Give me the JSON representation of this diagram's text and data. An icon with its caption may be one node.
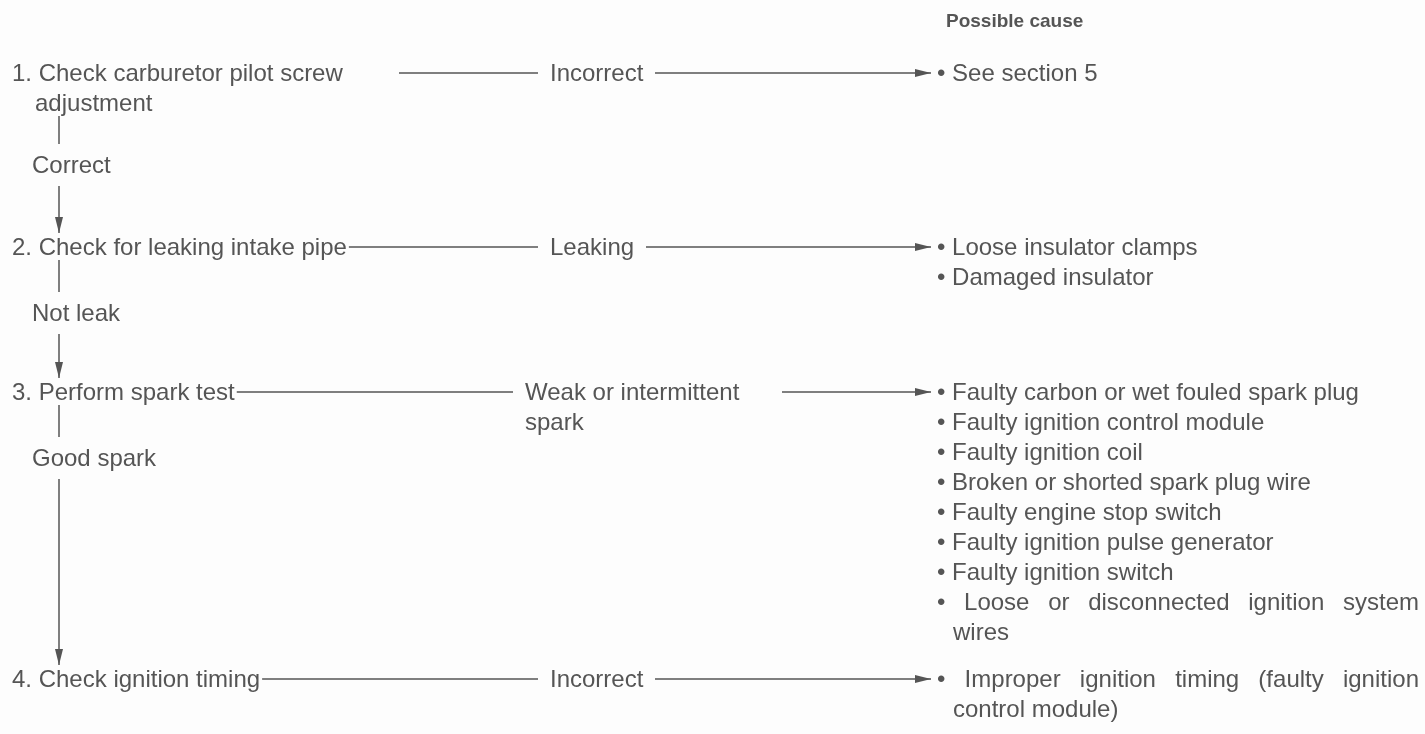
{
  "diagram": {
    "nodes": [
      {
        "text": [
          "1. Check carburetor pilot screw adjustment"
        ]
      },
      {
        "text": [
          "• See section 5"
        ]
      },
      {
        "text": [
          "2. Check for leaking intake pipe"
        ]
      },
      {
        "text": [
          "• Loose insulator clamps",
          "• Damaged insulator"
        ]
      },
      {
        "text": [
          "3. Perform spark test"
        ]
      },
      {
        "text": [
          "• Faulty carbon or wet fouled spark plug",
          "• Faulty ignition control module",
          "• Faulty ignition coil",
          "• Broken or shorted spark plug wire",
          "• Faulty engine stop switch",
          "• Faulty ignition pulse generator",
          "• Faulty ignition switch",
          "• Loose or disconnected ignition system wires"
        ]
      },
      {
        "text": [
          "4. Check ignition timing"
        ]
      },
      {
        "text": [
          "• Improper ignition timing (faulty ignition control module)"
        ]
      }
    ],
    "edges": [
      {
        "from": 0,
        "to": 1,
        "arrow": "to",
        "label": "Incorrect"
      },
      {
        "from": 0,
        "to": 2,
        "arrow": "to",
        "label": "Correct"
      },
      {
        "from": 2,
        "to": 3,
        "arrow": "to",
        "label": "Leaking"
      },
      {
        "from": 2,
        "to": 4,
        "arrow": "to",
        "label": "Not leak"
      },
      {
        "from": 4,
        "to": 5,
        "arrow": "to",
        "label": "Weak or intermittent spark"
      },
      {
        "from": 4,
        "to": 6,
        "arrow": "to",
        "label": "Good spark"
      },
      {
        "from": 6,
        "to": 7,
        "arrow": "to",
        "label": "Incorrect"
      }
    ],
    "labels": [
      "Possible cause"
    ]
  }
}
